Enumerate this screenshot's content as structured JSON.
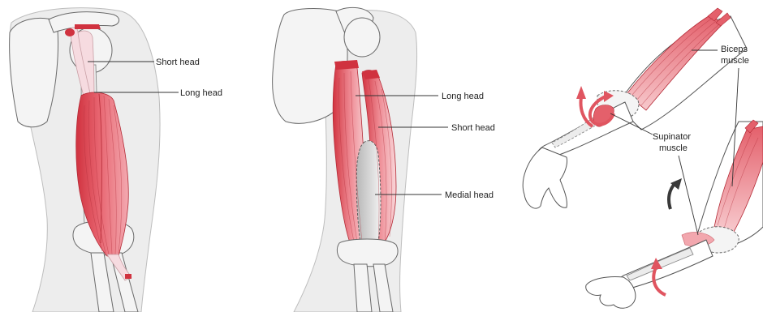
{
  "colors": {
    "muscle_dark": "#d0323f",
    "muscle_mid": "#e4606b",
    "muscle_light": "#f2a7ae",
    "muscle_pale": "#f8d3d6",
    "tendon": "#f6dbe0",
    "arrow": "#e05560",
    "arrow_dark": "#3a3a3a",
    "bone": "#f4f4f4",
    "silhouette": "#ededed",
    "label_text": "#222222"
  },
  "panels": [
    {
      "name": "biceps-view",
      "labels": {
        "short_head": "Short head",
        "long_head": "Long head"
      }
    },
    {
      "name": "triceps-view",
      "labels": {
        "long_head": "Long head",
        "short_head": "Short head",
        "medial_head": "Medial head"
      }
    },
    {
      "name": "supination-view",
      "labels": {
        "biceps_line1": "Biceps",
        "biceps_line2": "muscle",
        "supinator_line1": "Supinator",
        "supinator_line2": "muscle"
      }
    }
  ],
  "icons": {
    "curved_arrow_forearm": "curved-arrow-icon",
    "curved_arrow_rotation": "rotation-arrow-icon",
    "curved_arrow_wrist": "curved-arrow-icon"
  }
}
